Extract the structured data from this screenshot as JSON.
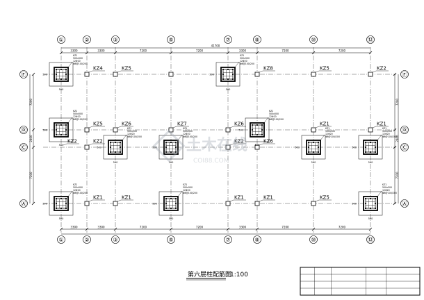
{
  "plan": {
    "title": "第六层柱配筋图",
    "scale": "1:100"
  },
  "axes_vertical": [
    "①",
    "②",
    "③",
    "⑤",
    "⑦",
    "⑧",
    "⑩",
    "⑫"
  ],
  "axes_horizontal": [
    "Ⓕ",
    "Ⓓ",
    "Ⓒ",
    "Ⓐ"
  ],
  "dimensions": {
    "overall": "41700",
    "top_spans": [
      "3300",
      "3300",
      "7200",
      "7200",
      "3300",
      "7200",
      "7200"
    ],
    "bottom_spans": [
      "3300",
      "3300",
      "7200",
      "7200",
      "3300",
      "7200",
      "7200"
    ],
    "left_spans": [
      "7200",
      "2400",
      "7200"
    ],
    "right_spans": [
      "7200",
      "2400",
      "7200"
    ]
  },
  "column_labels": {
    "row_F": [
      "KZ4",
      "KZ5",
      "KZ8",
      "KZ5",
      "KZ2"
    ],
    "row_D": [
      "KZ5",
      "KZ6",
      "KZ7",
      "KZ6",
      "KZ1",
      "KZ1"
    ],
    "row_C": [
      "KZ2",
      "KZ2",
      "KZ2",
      "KZ6"
    ],
    "row_A": [
      "KZ1",
      "KZ1",
      "KZ1",
      "KZ1",
      "KZ5"
    ]
  },
  "section_note": {
    "size": "500",
    "rebar_lines": [
      "KZ1",
      "500x500",
      "12Φ20",
      "Φ8@100/200"
    ]
  },
  "watermark": {
    "main": "土木在线",
    "sub": "COI88.COM"
  },
  "title_block": {
    "rows": 4,
    "cols": 5
  }
}
